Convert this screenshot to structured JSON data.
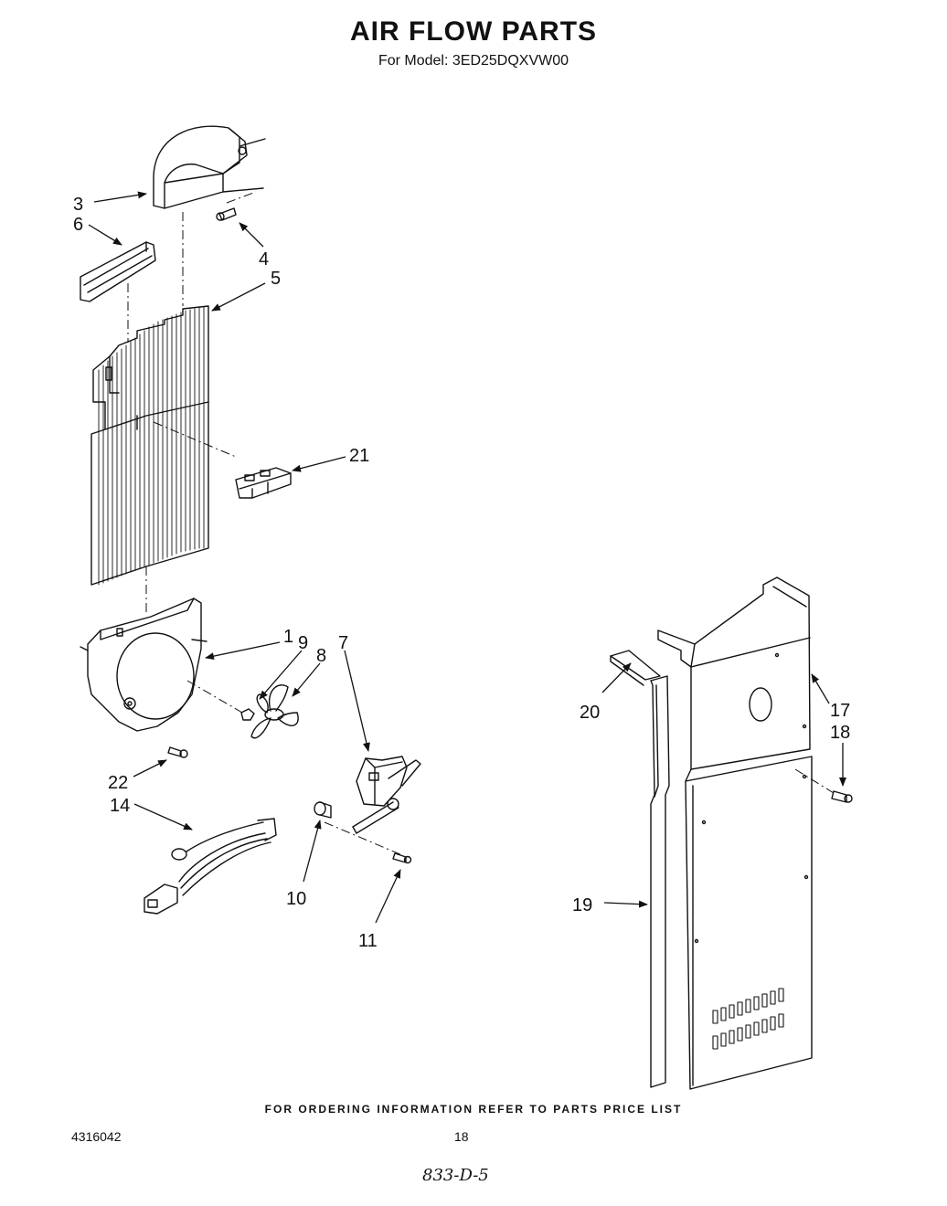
{
  "header": {
    "title": "AIR FLOW PARTS",
    "subtitle": "For Model: 3ED25DQXVW00"
  },
  "callouts": {
    "n1": "1",
    "n3": "3",
    "n4": "4",
    "n5": "5",
    "n6": "6",
    "n7": "7",
    "n8": "8",
    "n9": "9",
    "n10": "10",
    "n11": "11",
    "n14": "14",
    "n17": "17",
    "n18": "18",
    "n19": "19",
    "n20": "20",
    "n21": "21",
    "n22": "22"
  },
  "footer": {
    "ordering_note": "FOR ORDERING INFORMATION REFER TO PARTS PRICE LIST",
    "doc_number": "4316042",
    "page_number": "18",
    "handwritten_note": "833-D-5"
  }
}
